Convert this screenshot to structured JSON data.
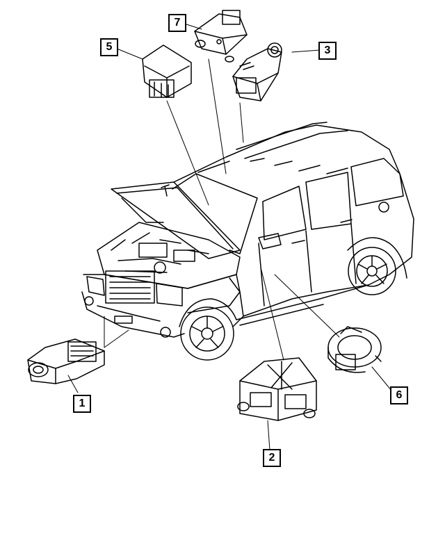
{
  "callouts": [
    {
      "id": "c1",
      "label": "1"
    },
    {
      "id": "c2",
      "label": "2"
    },
    {
      "id": "c3",
      "label": "3"
    },
    {
      "id": "c5",
      "label": "5"
    },
    {
      "id": "c6",
      "label": "6"
    },
    {
      "id": "c7",
      "label": "7"
    }
  ],
  "colors": {
    "line": "#000000",
    "background": "#ffffff"
  }
}
